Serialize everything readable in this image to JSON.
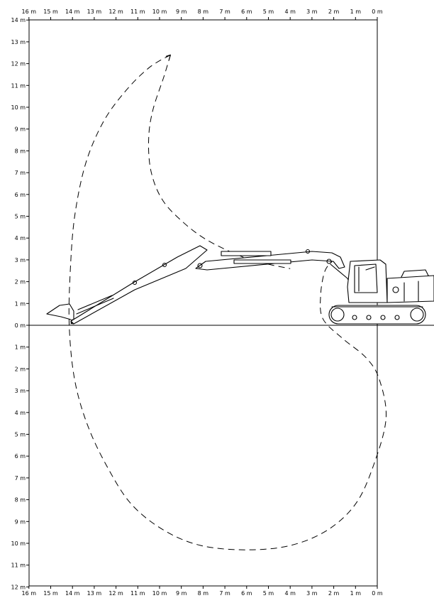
{
  "x_axis": {
    "labels": [
      "16 m",
      "15 m",
      "14 m",
      "13 m",
      "12 m",
      "11 m",
      "10 m",
      "9 m",
      "8 m",
      "7 m",
      "6 m",
      "5 m",
      "4 m",
      "3 m",
      "2 m",
      "1 m",
      "0 m"
    ]
  },
  "y_axis": {
    "labels_above": [
      "14 m",
      "13 m",
      "12 m",
      "11 m",
      "10 m",
      "9 m",
      "8 m",
      "7 m",
      "6 m",
      "5 m",
      "4 m",
      "3 m",
      "2 m",
      "1 m",
      "0 m"
    ],
    "labels_below": [
      "1 m",
      "2 m",
      "3 m",
      "4 m",
      "5 m",
      "6 m",
      "7 m",
      "8 m",
      "9 m",
      "10 m",
      "11 m",
      "12 m"
    ]
  },
  "reach_envelope": {
    "units": "m",
    "outer_curve": [
      [
        9.5,
        12.4
      ],
      [
        10.5,
        11.8
      ],
      [
        11.6,
        10.7
      ],
      [
        12.6,
        9.3
      ],
      [
        13.4,
        7.4
      ],
      [
        13.9,
        5.0
      ],
      [
        14.1,
        2.5
      ],
      [
        14.15,
        0.0
      ],
      [
        13.9,
        -2.5
      ],
      [
        13.3,
        -4.6
      ],
      [
        12.4,
        -6.5
      ],
      [
        11.3,
        -8.2
      ],
      [
        9.8,
        -9.4
      ],
      [
        8.1,
        -10.1
      ],
      [
        6.0,
        -10.3
      ],
      [
        4.0,
        -10.1
      ],
      [
        2.3,
        -9.4
      ],
      [
        1.0,
        -8.2
      ],
      [
        0.2,
        -6.5
      ],
      [
        -0.4,
        -4.3
      ],
      [
        -0.1,
        -2.5
      ],
      [
        0.5,
        -1.5
      ],
      [
        1.6,
        -0.6
      ],
      [
        2.5,
        0.3
      ],
      [
        2.6,
        1.4
      ],
      [
        2.4,
        2.5
      ],
      [
        2.0,
        3.0
      ]
    ],
    "inner_curve": [
      [
        9.5,
        12.4
      ],
      [
        9.8,
        11.4
      ],
      [
        10.3,
        9.9
      ],
      [
        10.5,
        8.6
      ],
      [
        10.4,
        7.1
      ],
      [
        9.9,
        5.8
      ],
      [
        9.0,
        4.8
      ],
      [
        7.8,
        3.9
      ],
      [
        6.1,
        3.1
      ],
      [
        5.0,
        2.8
      ],
      [
        4.0,
        2.6
      ]
    ]
  }
}
